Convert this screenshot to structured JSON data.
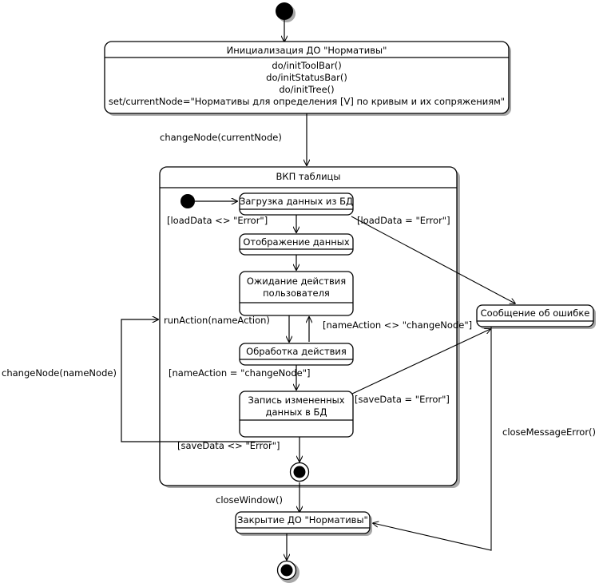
{
  "diagram": {
    "type": "uml-state-machine",
    "language": "ru",
    "title": ""
  },
  "states": {
    "init_pseudostate": "",
    "initialization": {
      "name": "Инициализация ДО \"Нормативы\"",
      "actions": [
        "do/initToolBar()",
        "do/initStatusBar()",
        "do/initTree()",
        "set/currentNode=\"Нормативы для определения [V] по кривым и их сопряжениям\""
      ]
    },
    "composite": {
      "name": "ВКП таблицы",
      "substates": {
        "load_data": "Загрузка данных из БД",
        "display_data": "Отображение данных",
        "wait_user": "Ожидание действия пользователя",
        "process_action": "Обработка действия",
        "save_data": "Запись измененных данных в БД"
      }
    },
    "error_message": "Сообщение об ошибке",
    "closing": "Закрытие ДО \"Нормативы\""
  },
  "transitions": {
    "change_node_current": "changeNode(currentNode)",
    "load_ok": "[loadData <> \"Error\"]",
    "load_error": "[loadData = \"Error\"]",
    "run_action": "runAction(nameAction)",
    "name_action_not_change": "[nameAction <> \"changeNode\"]",
    "name_action_change": "[nameAction = \"changeNode\"]",
    "save_error": "[saveData = \"Error\"]",
    "save_ok": "[saveData <> \"Error\"]",
    "change_node_name": "changeNode(nameNode)",
    "close_window": "closeWindow()",
    "close_message_error": "closeMessageError()"
  },
  "colors": {
    "line": "#000000",
    "fill": "#ffffff",
    "shadow": "#a8a8a8",
    "text": "#000000"
  }
}
